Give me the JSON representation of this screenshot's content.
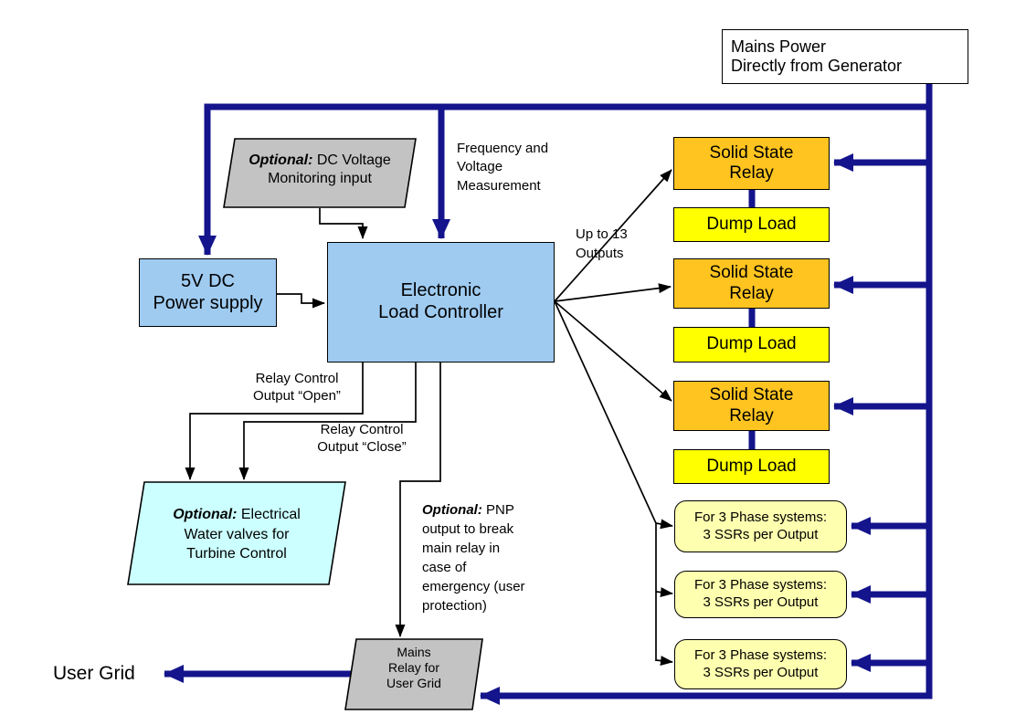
{
  "colors": {
    "connector_navy": "#14148C",
    "connector_black": "#000000",
    "controller_blue": "#9FCBF1",
    "ssr_amber": "#FFC420",
    "dump_yellow": "#FFFF00",
    "phase_pale_yellow": "#FFFFB0",
    "optional_gray": "#C3C3C3",
    "valves_cyan": "#CCFFFF",
    "box_white": "#FFFFFF"
  },
  "nodes": {
    "mains_power": {
      "lines": [
        "Mains Power",
        "Directly from Generator"
      ]
    },
    "dc_monitor": {
      "emphasis": "Optional:",
      "line1_rest": " DC Voltage",
      "line2": "Monitoring input"
    },
    "power_supply": {
      "lines": [
        "5V DC",
        "Power supply"
      ]
    },
    "elc": {
      "lines": [
        "Electronic",
        "Load Controller"
      ]
    },
    "ssr": {
      "lines": [
        "Solid State",
        "Relay"
      ]
    },
    "dump_load": {
      "label": "Dump Load"
    },
    "phase": {
      "lines": [
        "For 3 Phase systems:",
        "3 SSRs per Output"
      ]
    },
    "water_valves": {
      "emphasis": "Optional:",
      "line1_rest": " Electrical",
      "line2": "Water valves for",
      "line3": "Turbine Control"
    },
    "mains_relay": {
      "lines": [
        "Mains",
        "Relay for",
        "User Grid"
      ]
    }
  },
  "labels": {
    "freq_voltage": {
      "lines": [
        "Frequency and",
        "Voltage",
        "Measurement"
      ]
    },
    "up_to_13": {
      "lines": [
        "Up to 13",
        "Outputs"
      ]
    },
    "relay_open": {
      "lines": [
        "Relay Control",
        "Output “Open”"
      ]
    },
    "relay_close": {
      "lines": [
        "Relay Control",
        "Output “Close”"
      ]
    },
    "pnp": {
      "emphasis": "Optional:",
      "line1_rest": " PNP",
      "lines_rest": [
        "output to break",
        "main relay in",
        "case of",
        "emergency (user",
        "protection)"
      ]
    },
    "user_grid": "User Grid"
  }
}
